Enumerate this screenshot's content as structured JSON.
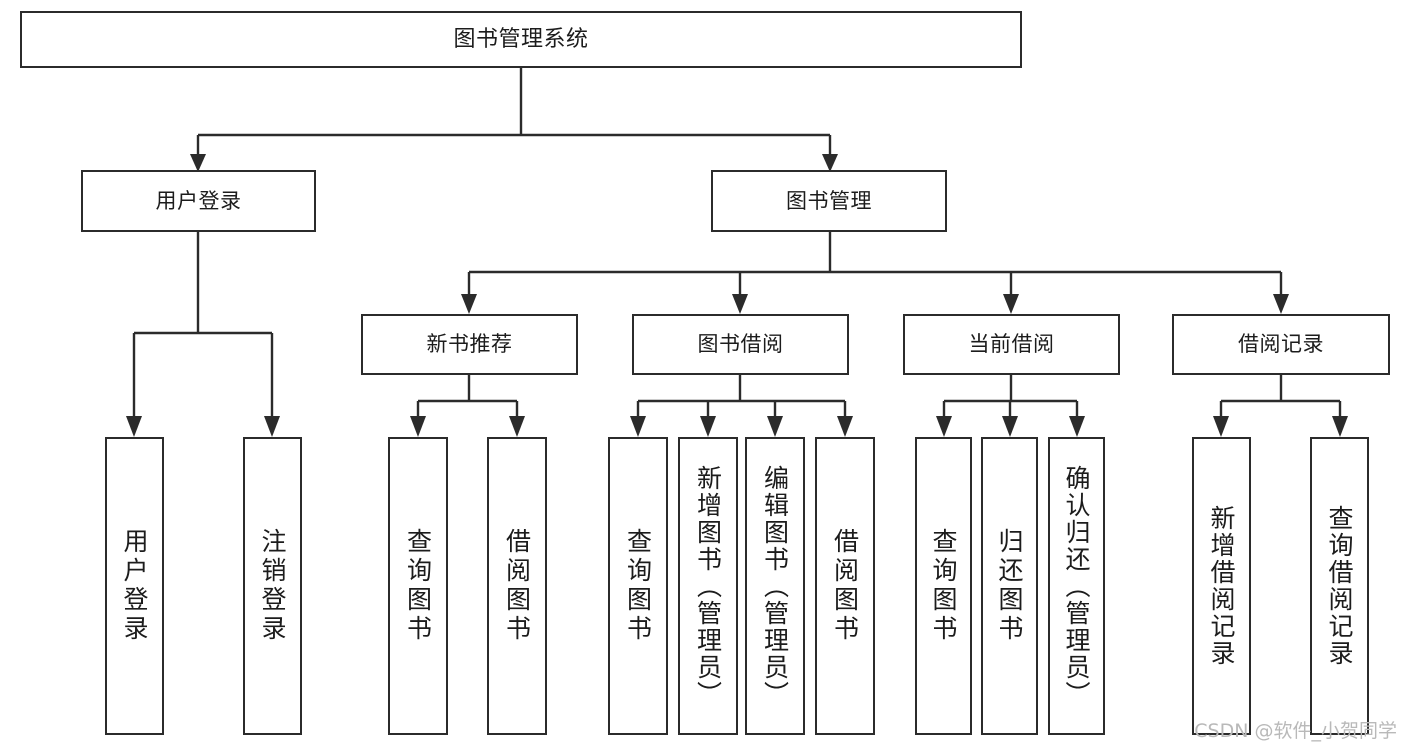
{
  "diagram": {
    "type": "tree-hierarchy-chart",
    "title": "图书管理系统",
    "orientation": "top-down",
    "box_border_color": "#2b2b2b",
    "box_fill_color": "#ffffff",
    "connector_color": "#2b2b2b",
    "background_color": "#ffffff"
  },
  "nodes": {
    "root": {
      "label": "图书管理系统"
    },
    "level1": [
      {
        "label": "用户登录"
      },
      {
        "label": "图书管理"
      }
    ],
    "level2": [
      {
        "label": "新书推荐"
      },
      {
        "label": "图书借阅"
      },
      {
        "label": "当前借阅"
      },
      {
        "label": "借阅记录"
      }
    ],
    "leaves": {
      "user_login": [
        {
          "label": "用户登录"
        },
        {
          "label": "注销登录"
        }
      ],
      "new_book_recommend": [
        {
          "label": "查询图书"
        },
        {
          "label": "借阅图书"
        }
      ],
      "book_borrow": [
        {
          "label": "查询图书"
        },
        {
          "label": "新增图书（管理员）"
        },
        {
          "label": "编辑图书（管理员）"
        },
        {
          "label": "借阅图书"
        }
      ],
      "current_borrow": [
        {
          "label": "查询图书"
        },
        {
          "label": "归还图书"
        },
        {
          "label": "确认归还（管理员）"
        }
      ],
      "borrow_record": [
        {
          "label": "新增借阅记录"
        },
        {
          "label": "查询借阅记录"
        }
      ]
    }
  },
  "watermark": {
    "text": "CSDN @软件_小贺同学"
  }
}
